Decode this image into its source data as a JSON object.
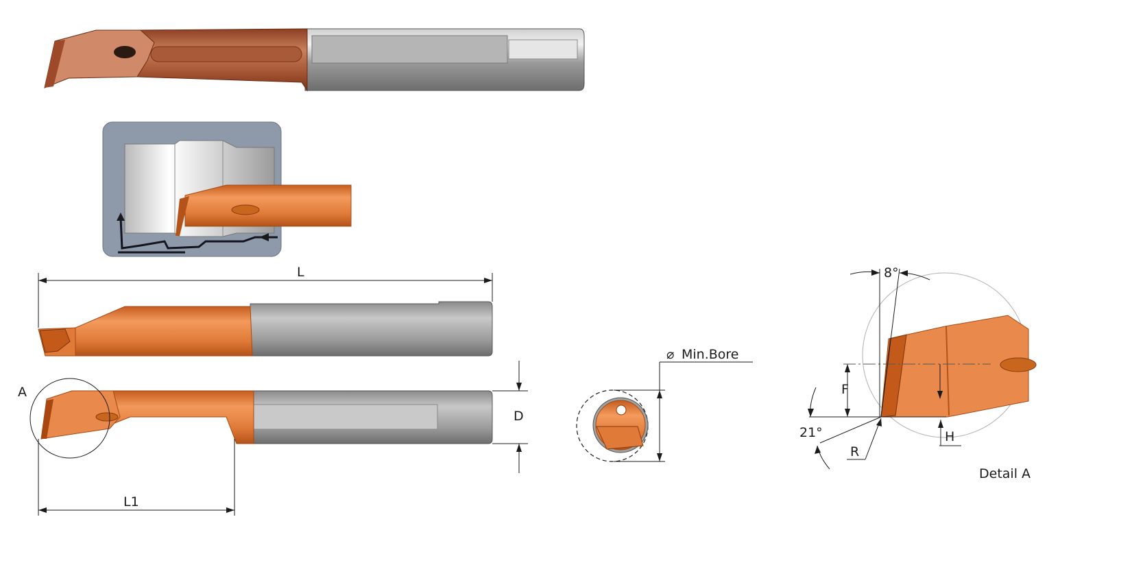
{
  "labels": {
    "overall_length": "L",
    "reach_length": "L1",
    "detail_marker": "A",
    "diameter": "D",
    "min_bore": "Min.Bore",
    "diameter_symbol": "⌀",
    "clearance_angle": "8°",
    "lead_angle": "21°",
    "center_height": "F",
    "nose_radius": "R",
    "height_offset": "H",
    "detail_title": "Detail A"
  },
  "colors": {
    "coating": "#e87e3e",
    "coating_dark": "#b8541a",
    "copper": "#b4653f",
    "steel": "#a6a6a6",
    "workpiece": "#8e9aaa"
  }
}
